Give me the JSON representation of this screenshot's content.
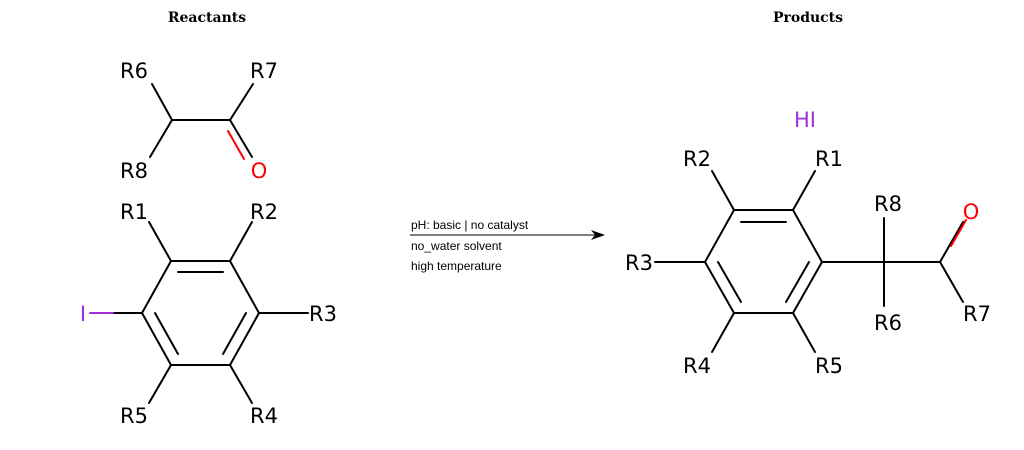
{
  "headers": {
    "reactants": "Reactants",
    "products": "Products"
  },
  "colors": {
    "bond": "#000000",
    "label": "#000000",
    "oxygen": "#ff0000",
    "iodine": "#9e30d8"
  },
  "reactant_ketone": {
    "labels": {
      "r6": "R6",
      "r7": "R7",
      "r8": "R8",
      "o": "O"
    }
  },
  "reactant_aryl_iodide": {
    "labels": {
      "r1": "R1",
      "r2": "R2",
      "r3": "R3",
      "r4": "R4",
      "r5": "R5",
      "i": "I"
    }
  },
  "conditions": {
    "line1": "pH: basic | no catalyst",
    "line2": "no_water solvent",
    "line3": "high temperature"
  },
  "products": {
    "byproduct": "HI",
    "labels": {
      "r1": "R1",
      "r2": "R2",
      "r3": "R3",
      "r4": "R4",
      "r5": "R5",
      "r6": "R6",
      "r7": "R7",
      "r8": "R8",
      "o": "O"
    }
  }
}
